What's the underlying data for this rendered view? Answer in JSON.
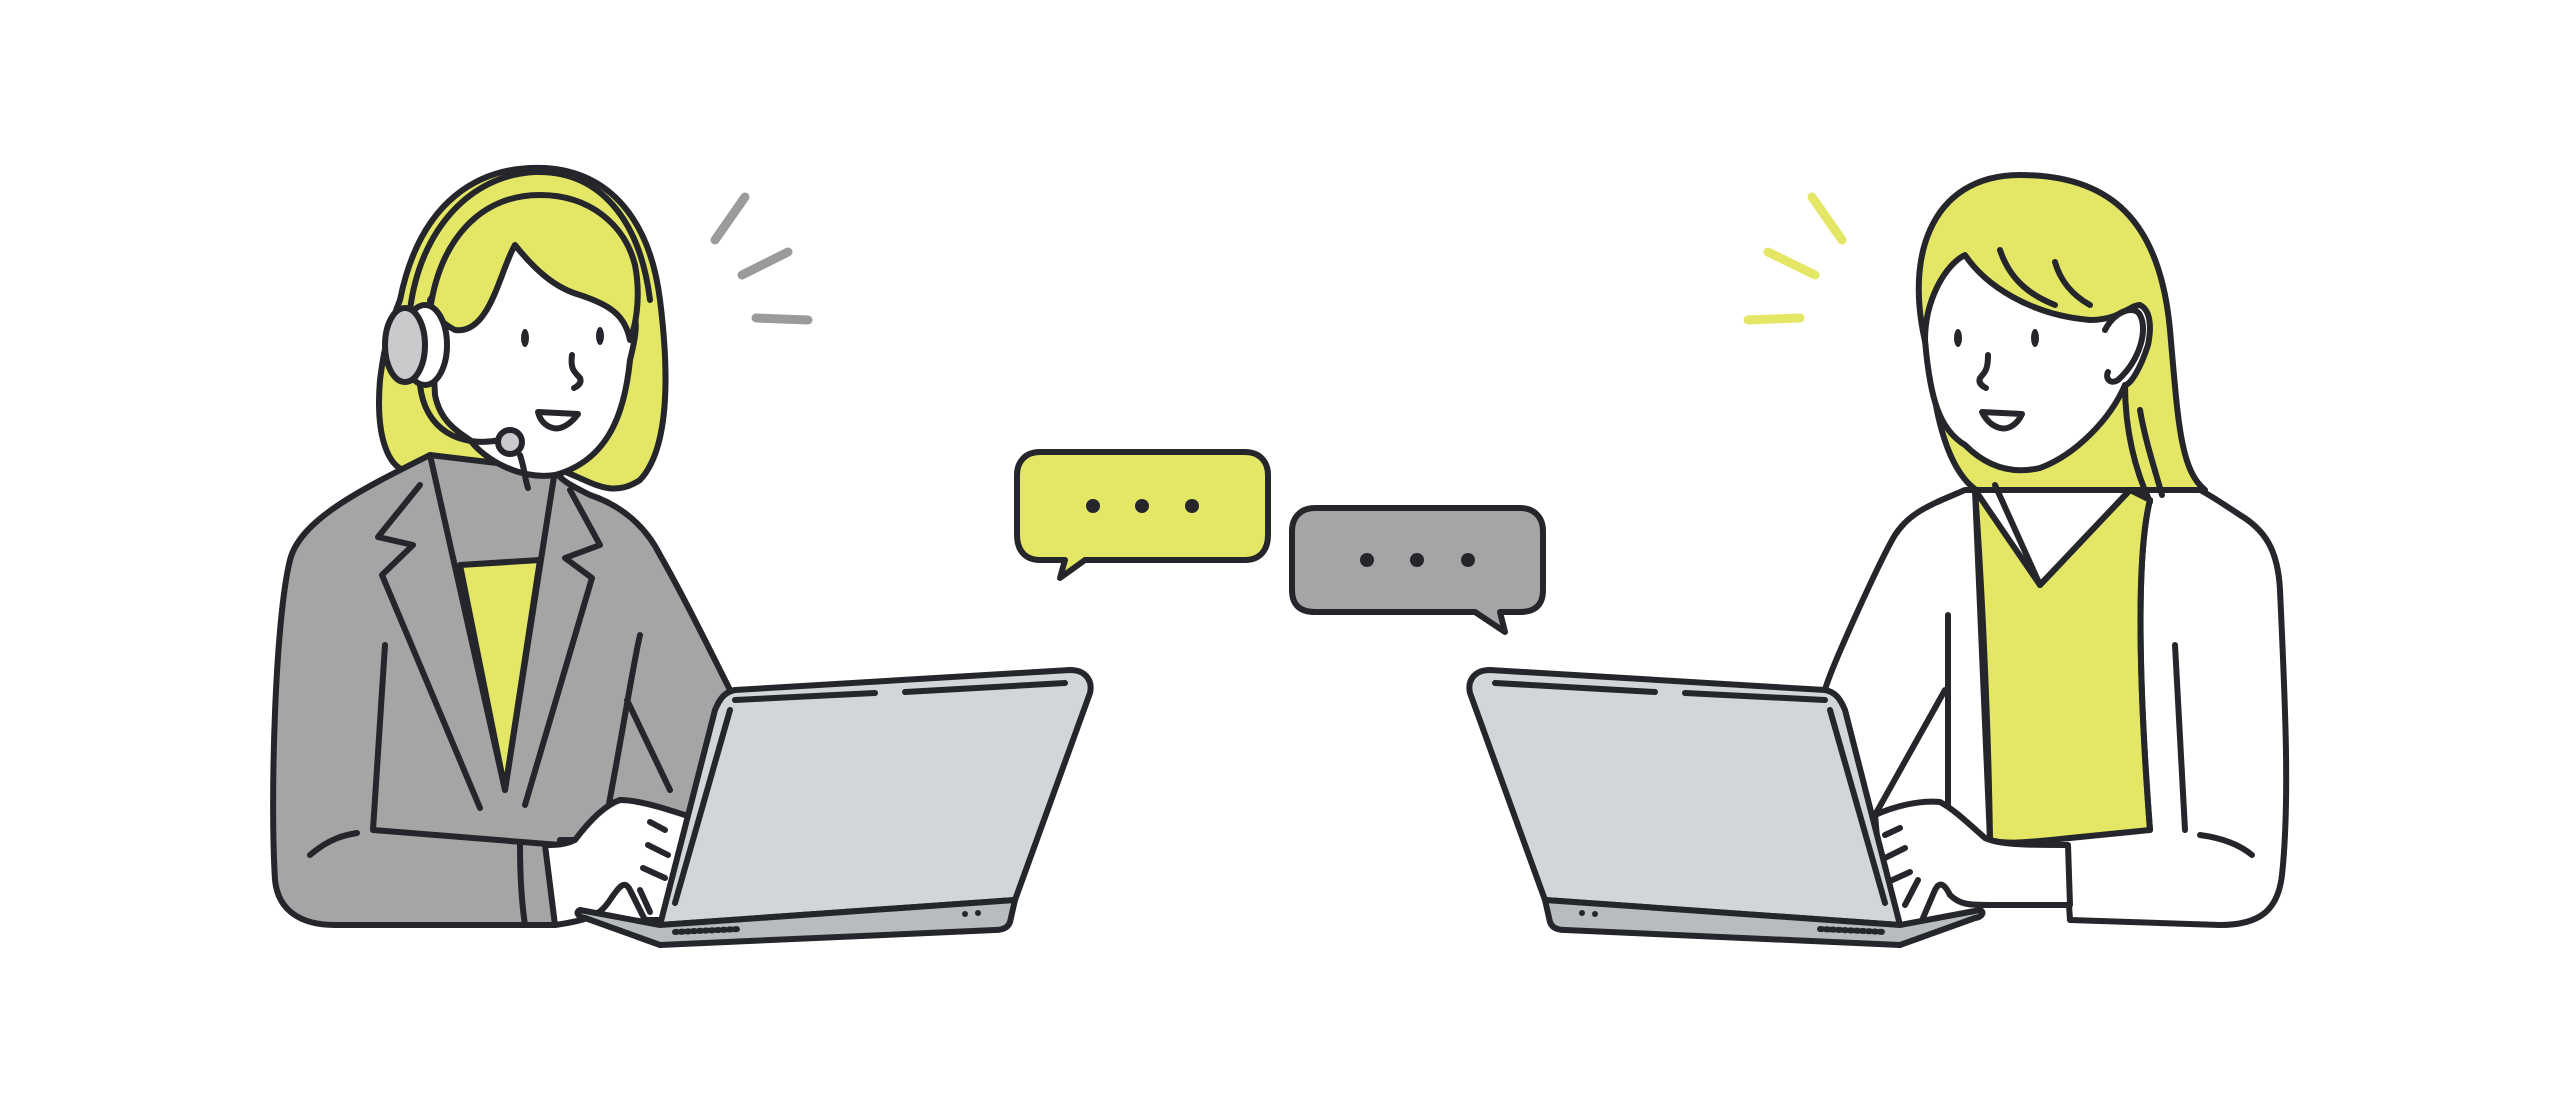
{
  "illustration": {
    "colors": {
      "outline": "#25262b",
      "accent_yellow": "#e4e766",
      "suit_gray": "#a4a5a4",
      "headset_gray": "#c8cacb",
      "laptop_screen": "#d2d6d9",
      "laptop_body": "#b8bcc0",
      "skin": "#ffffff",
      "spark_gray": "#9a9b9b",
      "spark_yellow": "#e4e766",
      "background": "#ffffff"
    },
    "icons": {
      "left_person": "support-agent-with-headset",
      "right_person": "customer-woman",
      "left_bubble": "typing-ellipsis-bubble",
      "right_bubble": "typing-ellipsis-bubble"
    }
  }
}
